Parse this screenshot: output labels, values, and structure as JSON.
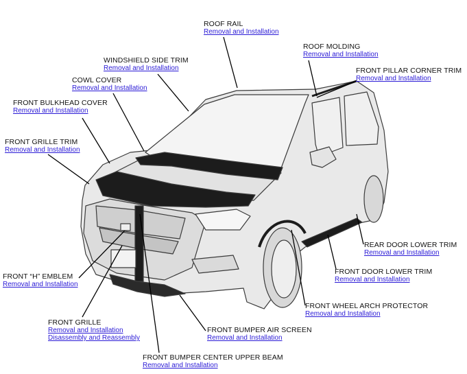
{
  "colors": {
    "label": "#111111",
    "link": "#2a1ad6",
    "leader": "#000000",
    "body": "#e9e9e9",
    "outline": "#3a3a3a",
    "trim_dark": "#1c1c1c"
  },
  "callouts": [
    {
      "id": "roof-rail",
      "title": "ROOF RAIL",
      "links": [
        "Removal and Installation"
      ]
    },
    {
      "id": "roof-molding",
      "title": "ROOF MOLDING",
      "links": [
        "Removal and Installation"
      ]
    },
    {
      "id": "windshield-side-trim",
      "title": "WINDSHIELD SIDE TRIM",
      "links": [
        "Removal and Installation"
      ]
    },
    {
      "id": "front-pillar-corner-trim",
      "title": "FRONT PILLAR CORNER TRIM",
      "links": [
        "Removal and Installation"
      ]
    },
    {
      "id": "cowl-cover",
      "title": "COWL COVER",
      "links": [
        "Removal and Installation"
      ]
    },
    {
      "id": "front-bulkhead-cover",
      "title": "FRONT BULKHEAD COVER",
      "links": [
        "Removal and Installation"
      ]
    },
    {
      "id": "front-grille-trim",
      "title": "FRONT GRILLE TRIM",
      "links": [
        "Removal and Installation"
      ]
    },
    {
      "id": "rear-door-lower-trim",
      "title": "REAR DOOR LOWER TRIM",
      "links": [
        "Removal and Installation"
      ]
    },
    {
      "id": "front-door-lower-trim",
      "title": "FRONT DOOR LOWER TRIM",
      "links": [
        "Removal and Installation"
      ]
    },
    {
      "id": "front-h-emblem",
      "title": "FRONT “H” EMBLEM",
      "links": [
        "Removal and Installation"
      ]
    },
    {
      "id": "front-wheel-arch-protector",
      "title": "FRONT WHEEL ARCH PROTECTOR",
      "links": [
        "Removal and Installation"
      ]
    },
    {
      "id": "front-grille",
      "title": "FRONT GRILLE",
      "links": [
        "Removal and Installation",
        "Disassembly and Reassembly"
      ]
    },
    {
      "id": "front-bumper-air-screen",
      "title": "FRONT BUMPER AIR SCREEN",
      "links": [
        "Removal and Installation"
      ]
    },
    {
      "id": "front-bumper-center-upper-beam",
      "title": "FRONT BUMPER CENTER UPPER BEAM",
      "links": [
        "Removal and Installation"
      ]
    }
  ]
}
